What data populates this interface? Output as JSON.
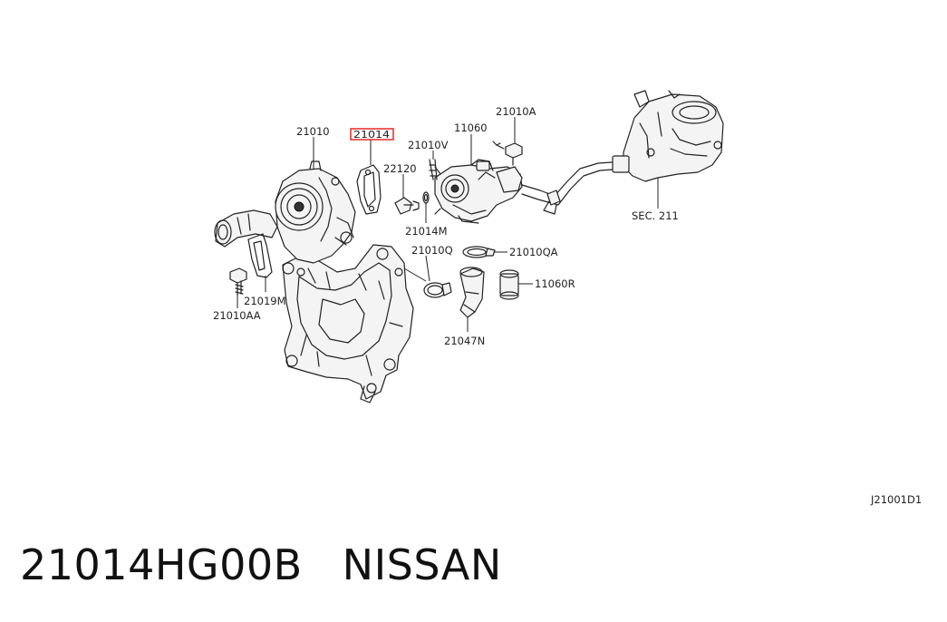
{
  "diagram": {
    "labels": {
      "p21010": "21010",
      "p21014": "21014",
      "p11060": "11060",
      "p21010A": "21010A",
      "p21010V": "21010V",
      "p22120": "22120",
      "p21014M": "21014M",
      "p21010Q": "21010Q",
      "p21010QA": "21010QA",
      "p11060R": "11060R",
      "p21047N": "21047N",
      "p21019M": "21019M",
      "p21010AA": "21010AA",
      "sec211": "SEC. 211"
    },
    "drawing_code": "J21001D1",
    "highlight_color": "#e53935"
  },
  "footer": {
    "part_number": "21014HG00B",
    "brand": "NISSAN"
  }
}
